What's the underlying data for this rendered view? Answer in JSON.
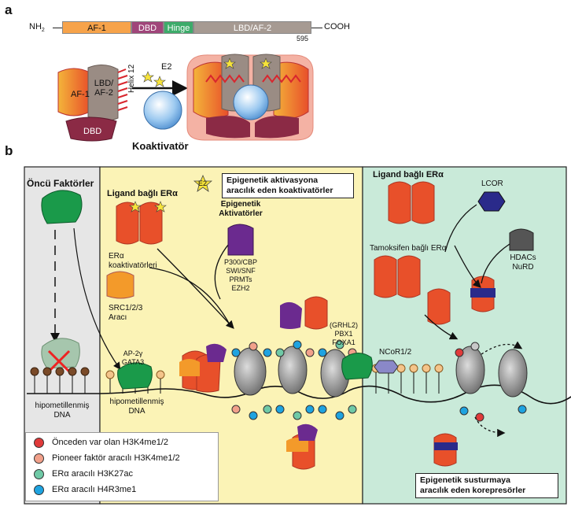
{
  "panel_a": {
    "label": "a",
    "nh2": "NH",
    "nh2_sub": "2",
    "cooh": "COOH",
    "residue": "595",
    "domains": {
      "af1": {
        "label": "AF-1",
        "color": "#f7a34a"
      },
      "dbd": {
        "label": "DBD",
        "color": "#a0457a"
      },
      "hinge": {
        "label": "Hinge",
        "color": "#3dab6a"
      },
      "lbd": {
        "label": "LBD/AF-2",
        "color": "#a69a92"
      }
    },
    "af1_label": "AF-1",
    "lbd_af2_label": "LBD/\nAF-2",
    "helix12_label": "Helix 12",
    "dbd_label": "DBD",
    "e2_label": "E2",
    "coactivator_label": "Koaktivatör"
  },
  "panel_b": {
    "label": "b",
    "pioneer_title": "Öncü Faktörler",
    "hypomethylated_left": "hipometillenmiş\nDNA",
    "hypomethylated_mid": "hipometillenmiş\nDNA",
    "e2_badge": "E2",
    "activation_box": "Epigenetik aktivasyona\naracılık eden koaktivatörler",
    "ligand_bound_1": "Ligand bağlı ERα",
    "epigenetic_activators": "Epigenetik\nAktivatörler",
    "activators_list": "P300/CBP\nSWI/SNF\nPRMTs\nEZH2",
    "era_coactivators": "ERα\nkoaktivatörleri",
    "src_label": "SRC1/2/3\nAracı",
    "ap2_label": "AP-2γ\nGATA3",
    "grhl_label": "(GRHL2)\nPBX1\nFOXA1",
    "ligand_bound_2": "Ligand bağlı ERα",
    "tamoxifen_bound": "Tamoksifen bağlı ERα",
    "lcor": "LCOR",
    "hdacs": "HDACs\nNuRD",
    "ncor": "NCoR1/2",
    "silencing_box": "Epigenetik susturmaya\naracılık eden korepresörler",
    "legend": [
      {
        "label": "Önceden var olan H3K4me1/2",
        "color": "#e03a3a"
      },
      {
        "label": "Pioneer faktör aracılı H3K4me1/2",
        "color": "#f1a08a"
      },
      {
        "label": "ERα aracılı H3K27ac",
        "color": "#6fc9a6"
      },
      {
        "label": "ERα aracılı H4R3me1",
        "color": "#1ea3e0"
      }
    ]
  }
}
